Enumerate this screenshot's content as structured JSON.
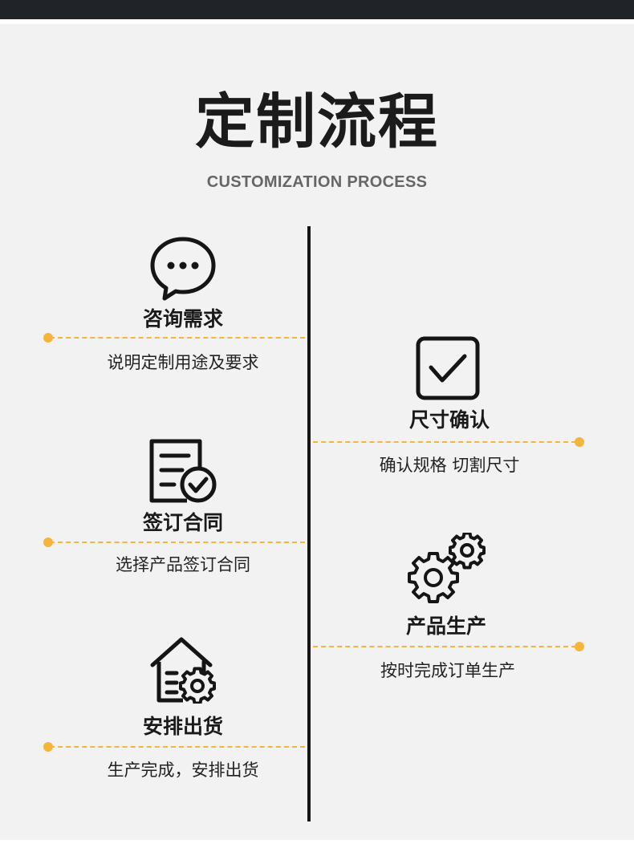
{
  "header": {
    "title": "定制流程",
    "subtitle": "CUSTOMIZATION PROCESS"
  },
  "accent_color": "#f5b53a",
  "steps": [
    {
      "icon": "chat-bubble-icon",
      "name": "咨询需求",
      "desc": "说明定制用途及要求",
      "side": "left"
    },
    {
      "icon": "checkbox-icon",
      "name": "尺寸确认",
      "desc": "确认规格 切割尺寸",
      "side": "right"
    },
    {
      "icon": "contract-icon",
      "name": "签订合同",
      "desc": "选择产品签订合同",
      "side": "left"
    },
    {
      "icon": "gears-icon",
      "name": "产品生产",
      "desc": "按时完成订单生产",
      "side": "right"
    },
    {
      "icon": "warehouse-icon",
      "name": "安排出货",
      "desc": "生产完成，安排出货",
      "side": "left"
    }
  ]
}
